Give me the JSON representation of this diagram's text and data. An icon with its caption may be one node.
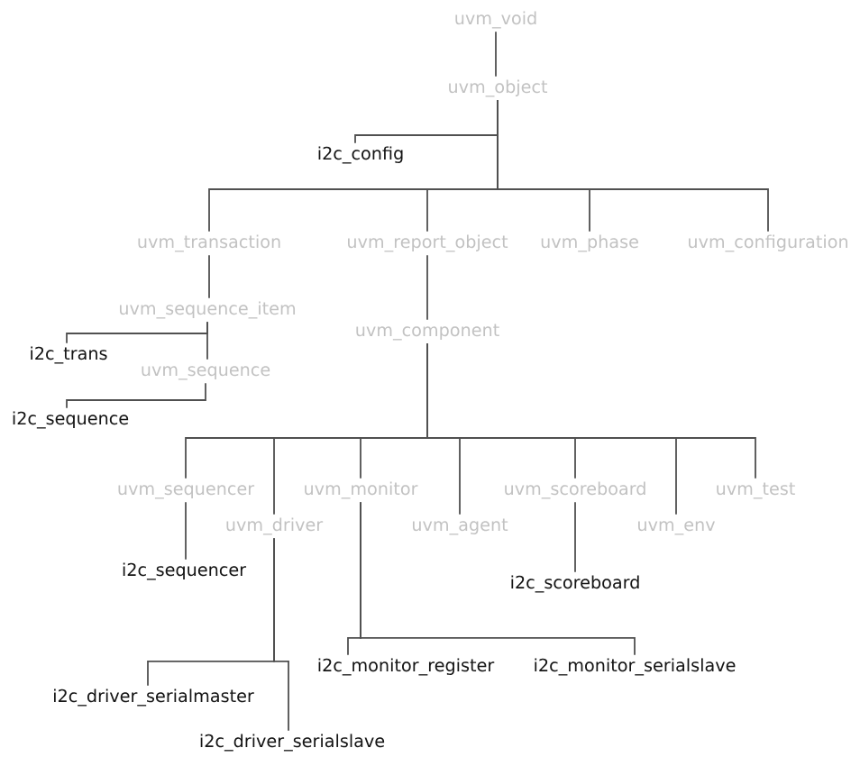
{
  "diagram": {
    "nodes": [
      {
        "text": [
          "uvm_void"
        ]
      },
      {
        "text": [
          "uvm_object"
        ]
      },
      {
        "text": [
          "i2c_config"
        ]
      },
      {
        "text": [
          "uvm_transaction"
        ]
      },
      {
        "text": [
          "uvm_report_object"
        ]
      },
      {
        "text": [
          "uvm_phase"
        ]
      },
      {
        "text": [
          "uvm_configuration"
        ]
      },
      {
        "text": [
          "uvm_sequence_item"
        ]
      },
      {
        "text": [
          "i2c_trans"
        ]
      },
      {
        "text": [
          "uvm_sequence"
        ]
      },
      {
        "text": [
          "i2c_sequence"
        ]
      },
      {
        "text": [
          "uvm_component"
        ]
      },
      {
        "text": [
          "uvm_sequencer"
        ]
      },
      {
        "text": [
          "uvm_driver"
        ]
      },
      {
        "text": [
          "uvm_monitor"
        ]
      },
      {
        "text": [
          "uvm_agent"
        ]
      },
      {
        "text": [
          "uvm_scoreboard"
        ]
      },
      {
        "text": [
          "uvm_env"
        ]
      },
      {
        "text": [
          "uvm_test"
        ]
      },
      {
        "text": [
          "i2c_sequencer"
        ]
      },
      {
        "text": [
          "i2c_scoreboard"
        ]
      },
      {
        "text": [
          "i2c_monitor_register"
        ]
      },
      {
        "text": [
          "i2c_monitor_serialslave"
        ]
      },
      {
        "text": [
          "i2c_driver_serialmaster"
        ]
      },
      {
        "text": [
          "i2c_driver_serialslave"
        ]
      }
    ],
    "edges": [
      {
        "from": 0,
        "to": 1,
        "arrow": "none"
      },
      {
        "from": 1,
        "to": 2,
        "arrow": "none"
      },
      {
        "from": 1,
        "to": 3,
        "arrow": "none"
      },
      {
        "from": 1,
        "to": 4,
        "arrow": "none"
      },
      {
        "from": 1,
        "to": 5,
        "arrow": "none"
      },
      {
        "from": 1,
        "to": 6,
        "arrow": "none"
      },
      {
        "from": 3,
        "to": 7,
        "arrow": "none"
      },
      {
        "from": 7,
        "to": 8,
        "arrow": "none"
      },
      {
        "from": 7,
        "to": 9,
        "arrow": "none"
      },
      {
        "from": 9,
        "to": 10,
        "arrow": "none"
      },
      {
        "from": 4,
        "to": 11,
        "arrow": "none"
      },
      {
        "from": 11,
        "to": 12,
        "arrow": "none"
      },
      {
        "from": 11,
        "to": 13,
        "arrow": "none"
      },
      {
        "from": 11,
        "to": 14,
        "arrow": "none"
      },
      {
        "from": 11,
        "to": 15,
        "arrow": "none"
      },
      {
        "from": 11,
        "to": 16,
        "arrow": "none"
      },
      {
        "from": 11,
        "to": 17,
        "arrow": "none"
      },
      {
        "from": 11,
        "to": 18,
        "arrow": "none"
      },
      {
        "from": 12,
        "to": 19,
        "arrow": "none"
      },
      {
        "from": 13,
        "to": 23,
        "arrow": "none"
      },
      {
        "from": 13,
        "to": 24,
        "arrow": "none"
      },
      {
        "from": 14,
        "to": 21,
        "arrow": "none"
      },
      {
        "from": 14,
        "to": 22,
        "arrow": "none"
      },
      {
        "from": 16,
        "to": 20,
        "arrow": "none"
      }
    ]
  }
}
